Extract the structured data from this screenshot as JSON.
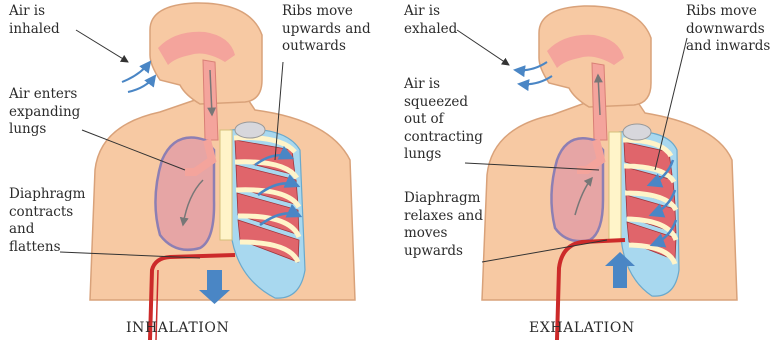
{
  "inhalation": {
    "title": "INHALATION",
    "labels": {
      "air": "Air is\ninhaled",
      "lungs": "Air enters\nexpanding\nlungs",
      "diaphragm": "Diaphragm\ncontracts\nand\nflattens",
      "ribs": "Ribs move\nupwards and\noutwards"
    }
  },
  "exhalation": {
    "title": "EXHALATION",
    "labels": {
      "air": "Air is\nexhaled",
      "lungs": "Air is\nsqueezed\nout of\ncontracting\nlungs",
      "diaphragm": "Diaphragm\nrelaxes and\nmoves\nupwards",
      "ribs": "Ribs move\ndownwards\nand inwards"
    }
  },
  "colors": {
    "skin": "#f7c9a3",
    "skin_outline": "#d9a27a",
    "airway": "#f4a49c",
    "lung": "#e6a5a5",
    "lung_outline": "#8d7fb3",
    "muscle": "#e0656b",
    "rib": "#fff4c9",
    "pleura": "#a8d8ef",
    "arrow_blue": "#4a86c5",
    "vessel": "#cc2a2a"
  }
}
